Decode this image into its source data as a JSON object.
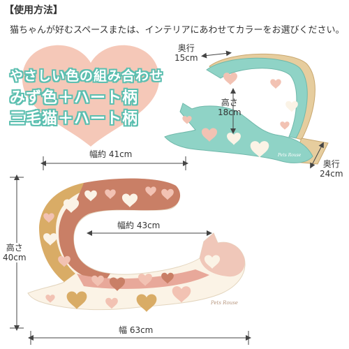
{
  "header": {
    "title": "【使用方法】"
  },
  "intro": {
    "text": "猫ちゃんが好むスペースまたは、インテリアにあわせてカラーをお選びください。"
  },
  "promo": {
    "line1": "やさしい色の組み合わせ",
    "line2": "みず色＋ハート柄",
    "line3": "三毛猫＋ハート柄"
  },
  "small_product": {
    "depth_label": "奥行",
    "depth_value": "15cm",
    "height_label": "高さ",
    "height_value": "18cm",
    "depth2_label": "奥行",
    "depth2_value": "24cm",
    "width_label": "幅約 41cm",
    "brand_logo": "Pets Rouse"
  },
  "large_product": {
    "inner_width_label": "幅約 43cm",
    "height_label": "高さ",
    "height_value": "40cm",
    "width_label": "幅 63cm",
    "brand_logo": "Pets Rouse"
  },
  "colors": {
    "mint": "#8fd3c6",
    "pink_heart": "#f2c2b3",
    "cream": "#fbf3e6",
    "cardboard": "#e9d2a6",
    "terracotta": "#c97f66",
    "mustard": "#d9ac66",
    "promo_outline": "#5cbfb0"
  }
}
